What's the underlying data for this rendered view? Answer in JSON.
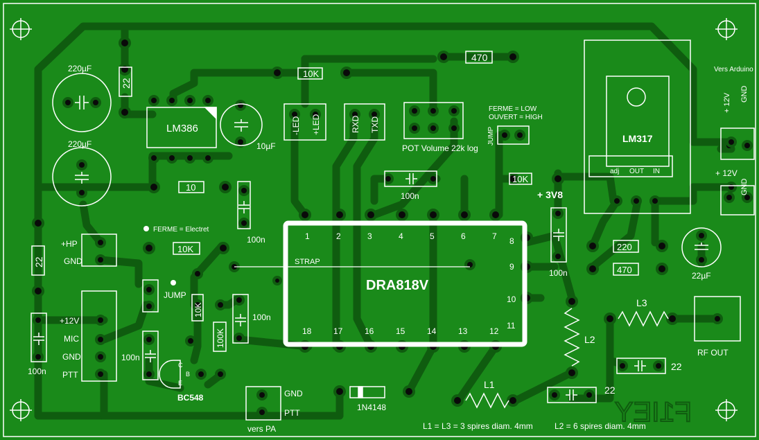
{
  "colors": {
    "board": "#1a8a1a",
    "trace": "#0f5c0f",
    "silk": "#ffffff",
    "pad": "#0a0a0a"
  },
  "components": {
    "lm386": "LM386",
    "lm317": "LM317",
    "dra818": "DRA818V",
    "bc548": "BC548",
    "diode": "1N4148",
    "r22_top": "22",
    "r22_left": "22",
    "r10k_top": "10K",
    "r470_top": "470",
    "r10": "10",
    "r10k_mid": "10K",
    "r10k_left": "10K",
    "r10k_vert": "10K",
    "r100k": "100K",
    "r220": "220",
    "r470_right": "470"
  },
  "labels": {
    "cap220_a": "220µF",
    "cap220_b": "220µF",
    "cap10u": "10µF",
    "cap22u": "22µF",
    "c100n_a": "100n",
    "c100n_b": "100n",
    "c100n_c": "100n",
    "c100n_d": "100n",
    "c100n_e": "100n",
    "c100n_f": "100n",
    "c22_a": "22",
    "c22_b": "22",
    "hp_plus": "+HP",
    "hp_gnd": "GND",
    "con_12v": "+12V",
    "con_mic": "MIC",
    "con_gnd": "GND",
    "con_ptt": "PTT",
    "pa_gnd": "GND",
    "pa_ptt": "PTT",
    "vers_pa": "vers PA",
    "ferme": "FERME = Electret",
    "jump_left": "JUMP",
    "strap": "STRAP",
    "led_minus": "-LED",
    "led_plus": "+LED",
    "rxd": "RXD",
    "txd": "TXD",
    "pot": "POT Volume  22k log",
    "jump_top": "JUMP",
    "ferme_low": "FERME = LOW",
    "ouvert_high": "OUVERT = HIGH",
    "v38": "+ 3V8",
    "vers_arduino": "Vers Arduino",
    "ard_12v": "+ 12V",
    "ard_gnd": "GND",
    "pwr_12v": "+ 12V",
    "pwr_gnd": "GND",
    "adj": "adj",
    "out": "OUT",
    "in": "IN",
    "l1": "L1",
    "l2": "L2",
    "l3": "L3",
    "rf_out": "RF OUT",
    "coil_note1": "L1 = L3 = 3 spires diam. 4mm",
    "coil_note2": "L2 = 6 spires diam. 4mm",
    "logo": "F1IEY",
    "pin1": "1",
    "pin2": "2",
    "pin3": "3",
    "pin4": "4",
    "pin5": "5",
    "pin6": "6",
    "pin7": "7",
    "pin8": "8",
    "pin9": "9",
    "pin10": "10",
    "pin11": "11",
    "pin12": "12",
    "pin13": "13",
    "pin14": "14",
    "pin15": "15",
    "pin16": "16",
    "pin17": "17",
    "pin18": "18"
  }
}
